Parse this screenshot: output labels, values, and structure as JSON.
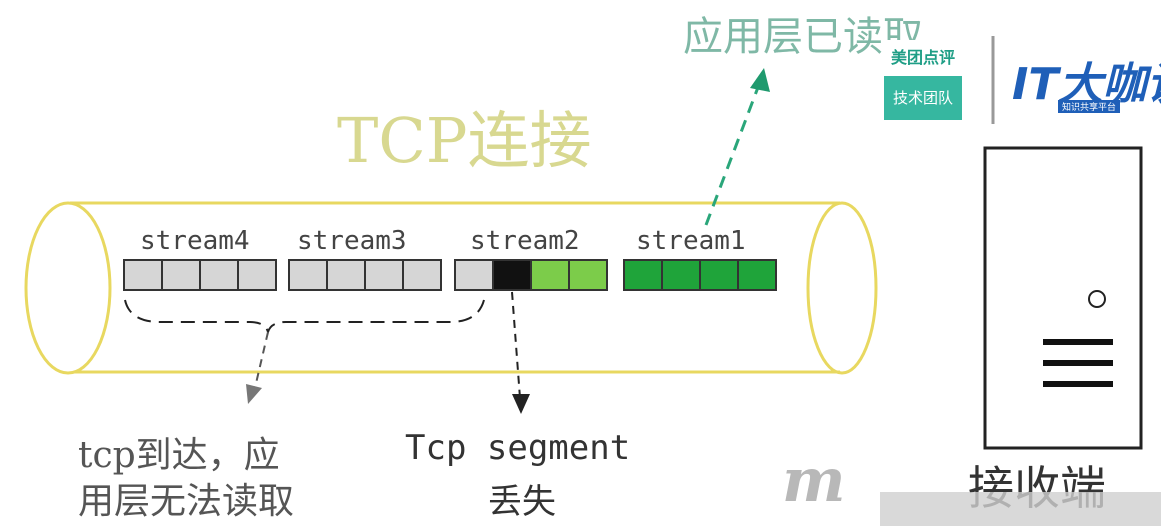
{
  "title": "TCP连接",
  "app_layer_read": "应用层已读取",
  "streams": [
    {
      "label": "stream4",
      "segments": [
        "gray",
        "gray",
        "gray",
        "gray"
      ]
    },
    {
      "label": "stream3",
      "segments": [
        "gray",
        "gray",
        "gray",
        "gray"
      ]
    },
    {
      "label": "stream2",
      "segments": [
        "gray",
        "black",
        "lightgreen",
        "lightgreen"
      ]
    },
    {
      "label": "stream1",
      "segments": [
        "green",
        "green",
        "green",
        "green"
      ]
    }
  ],
  "caption_arrived": {
    "line1": "tcp到达，应",
    "line2": "用层无法读取"
  },
  "caption_lost": {
    "line1": "Tcp segment",
    "line2": "丢失"
  },
  "receiver_label": "接收端",
  "logo": {
    "top": "美团点评",
    "bottom": "技术团队"
  },
  "it_logo": {
    "main": "IT大咖说",
    "sub": "知识共享平台"
  },
  "watermark": "m",
  "colors": {
    "gray": "#d6d6d6",
    "black": "#111111",
    "lightgreen": "#7ccc4a",
    "green": "#1fa43a",
    "pipe": "#e8d860"
  }
}
